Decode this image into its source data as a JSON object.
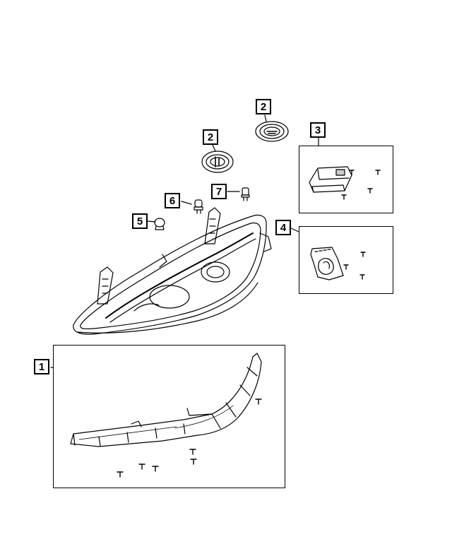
{
  "callouts": {
    "c1": "1",
    "c2a": "2",
    "c2b": "2",
    "c3": "3",
    "c4": "4",
    "c5": "5",
    "c6": "6",
    "c7": "7"
  },
  "colors": {
    "line": "#000000",
    "fill": "#ffffff",
    "shade": "#cccccc"
  }
}
